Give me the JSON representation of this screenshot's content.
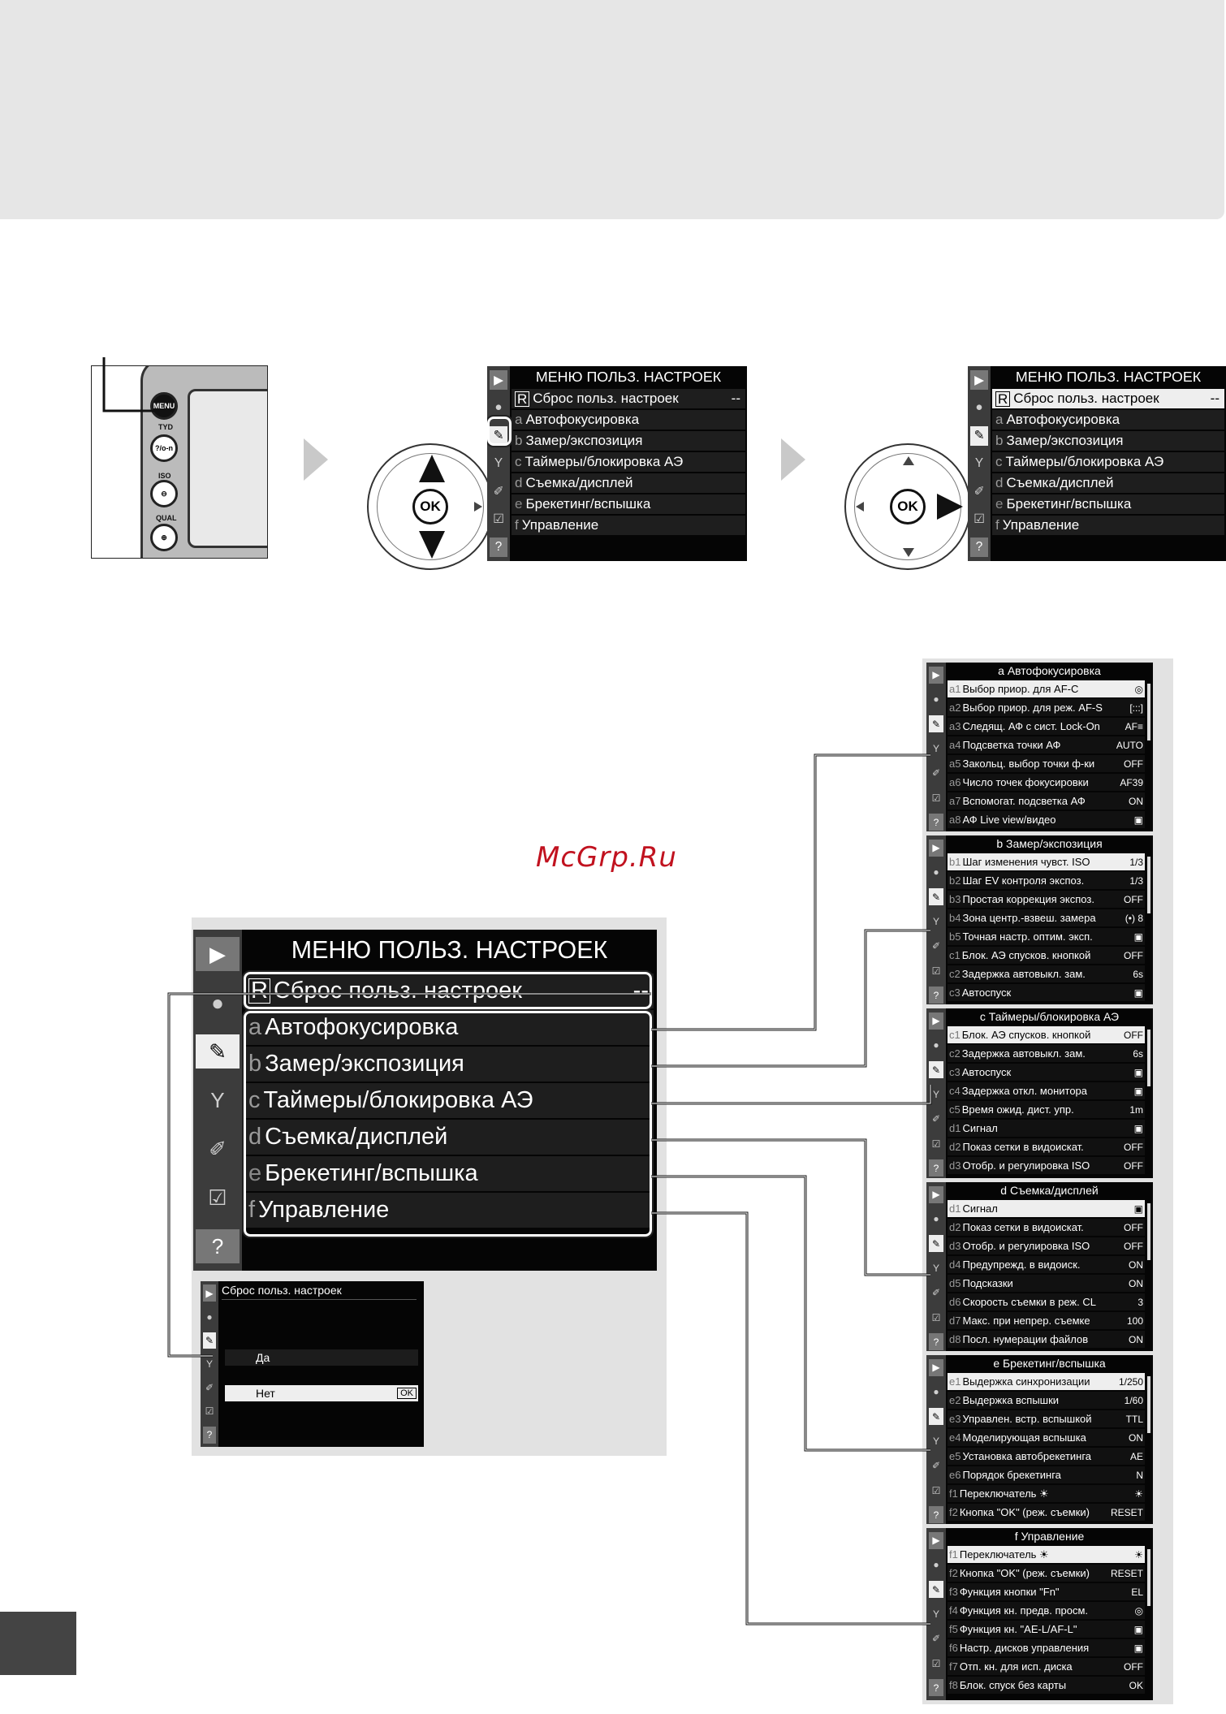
{
  "watermark": "McGrp.Ru",
  "camera": {
    "labels": {
      "menu": "MENU",
      "tmr": "?/o-n",
      "iso": "ISO",
      "qual": "QUAL"
    }
  },
  "dial": {
    "ok": "OK"
  },
  "main_menu": {
    "title": "МЕНЮ ПОЛЬЗ. НАСТРОЕК",
    "reset": {
      "code": "R",
      "label": "Сброс польз. настроек",
      "value": "--"
    },
    "items": [
      {
        "code": "a",
        "label": "Автофокусировка"
      },
      {
        "code": "b",
        "label": "Замер/экспозиция"
      },
      {
        "code": "c",
        "label": "Таймеры/блокировка АЭ"
      },
      {
        "code": "d",
        "label": "Съемка/дисплей"
      },
      {
        "code": "e",
        "label": "Брекетинг/вспышка"
      },
      {
        "code": "f",
        "label": "Управление"
      }
    ],
    "side_icons": [
      "playback-icon",
      "camera-icon",
      "pencil-icon",
      "wrench-icon",
      "retouch-icon",
      "recent-icon",
      "help-icon"
    ]
  },
  "reset_screen": {
    "title": "Сброс польз. настроек",
    "yes": "Да",
    "no": "Нет",
    "ok": "OK"
  },
  "submenus": [
    {
      "title": "a Автофокусировка",
      "rows": [
        {
          "code": "a1",
          "label": "Выбор приор. для AF-C",
          "value": "◎"
        },
        {
          "code": "a2",
          "label": "Выбор приор. для реж. AF-S",
          "value": "[:::]"
        },
        {
          "code": "a3",
          "label": "Следящ. АФ с сист. Lock-On",
          "value": "AF≡"
        },
        {
          "code": "a4",
          "label": "Подсветка точки АФ",
          "value": "AUTO"
        },
        {
          "code": "a5",
          "label": "Закольц. выбор точки ф-ки",
          "value": "OFF"
        },
        {
          "code": "a6",
          "label": "Число точек фокусировки",
          "value": "AF39"
        },
        {
          "code": "a7",
          "label": "Вспомогат. подсветка АФ",
          "value": "ON"
        },
        {
          "code": "a8",
          "label": "АФ Live view/видео",
          "value": "▣"
        }
      ]
    },
    {
      "title": "b Замер/экспозиция",
      "rows": [
        {
          "code": "b1",
          "label": "Шаг изменения чувст. ISO",
          "value": "1/3"
        },
        {
          "code": "b2",
          "label": "Шаг EV контроля экспоз.",
          "value": "1/3"
        },
        {
          "code": "b3",
          "label": "Простая коррекция экспоз.",
          "value": "OFF"
        },
        {
          "code": "b4",
          "label": "Зона центр.-взвеш. замера",
          "value": "(•) 8"
        },
        {
          "code": "b5",
          "label": "Точная настр. оптим. эксп.",
          "value": "▣"
        },
        {
          "code": "c1",
          "label": "Блок. АЭ спусков. кнопкой",
          "value": "OFF"
        },
        {
          "code": "c2",
          "label": "Задержка автовыкл. зам.",
          "value": "6s"
        },
        {
          "code": "c3",
          "label": "Автоспуск",
          "value": "▣"
        }
      ]
    },
    {
      "title": "c Таймеры/блокировка АЭ",
      "rows": [
        {
          "code": "c1",
          "label": "Блок. АЭ спусков. кнопкой",
          "value": "OFF"
        },
        {
          "code": "c2",
          "label": "Задержка автовыкл. зам.",
          "value": "6s"
        },
        {
          "code": "c3",
          "label": "Автоспуск",
          "value": "▣"
        },
        {
          "code": "c4",
          "label": "Задержка откл. монитора",
          "value": "▣"
        },
        {
          "code": "c5",
          "label": "Время ожид. дист. упр.",
          "value": "1m"
        },
        {
          "code": "d1",
          "label": "Сигнал",
          "value": "▣"
        },
        {
          "code": "d2",
          "label": "Показ сетки в видоискат.",
          "value": "OFF"
        },
        {
          "code": "d3",
          "label": "Отобр. и регулировка ISO",
          "value": "OFF"
        }
      ]
    },
    {
      "title": "d Съемка/дисплей",
      "rows": [
        {
          "code": "d1",
          "label": "Сигнал",
          "value": "▣"
        },
        {
          "code": "d2",
          "label": "Показ сетки в видоискат.",
          "value": "OFF"
        },
        {
          "code": "d3",
          "label": "Отобр. и регулировка ISO",
          "value": "OFF"
        },
        {
          "code": "d4",
          "label": "Предупрежд. в видоиск.",
          "value": "ON"
        },
        {
          "code": "d5",
          "label": "Подсказки",
          "value": "ON"
        },
        {
          "code": "d6",
          "label": "Скорость съемки в реж. CL",
          "value": "3"
        },
        {
          "code": "d7",
          "label": "Макс. при непрер. съемке",
          "value": "100"
        },
        {
          "code": "d8",
          "label": "Посл. нумерации файлов",
          "value": "ON"
        }
      ]
    },
    {
      "title": "e Брекетинг/вспышка",
      "rows": [
        {
          "code": "e1",
          "label": "Выдержка синхронизации",
          "value": "1/250"
        },
        {
          "code": "e2",
          "label": "Выдержка вспышки",
          "value": "1/60"
        },
        {
          "code": "e3",
          "label": "Управлен. встр. вспышкой",
          "value": "TTL"
        },
        {
          "code": "e4",
          "label": "Моделирующая вспышка",
          "value": "ON"
        },
        {
          "code": "e5",
          "label": "Установка автобрекетинга",
          "value": "AE"
        },
        {
          "code": "e6",
          "label": "Порядок брекетинга",
          "value": "N"
        },
        {
          "code": "f1",
          "label": "Переключатель ☀",
          "value": "☀"
        },
        {
          "code": "f2",
          "label": "Кнопка \"OK\" (реж. съемки)",
          "value": "RESET"
        }
      ]
    },
    {
      "title": "f Управление",
      "rows": [
        {
          "code": "f1",
          "label": "Переключатель ☀",
          "value": "☀"
        },
        {
          "code": "f2",
          "label": "Кнопка \"OK\" (реж. съемки)",
          "value": "RESET"
        },
        {
          "code": "f3",
          "label": "Функция кнопки \"Fn\"",
          "value": "EL"
        },
        {
          "code": "f4",
          "label": "Функция кн. предв. просм.",
          "value": "◎"
        },
        {
          "code": "f5",
          "label": "Функция кн. \"AE-L/AF-L\"",
          "value": "▣"
        },
        {
          "code": "f6",
          "label": "Настр. дисков управления",
          "value": "▣"
        },
        {
          "code": "f7",
          "label": "Отп. кн. для исп. диска",
          "value": "OFF"
        },
        {
          "code": "f8",
          "label": "Блок. спуск без карты",
          "value": "OK"
        }
      ]
    }
  ]
}
